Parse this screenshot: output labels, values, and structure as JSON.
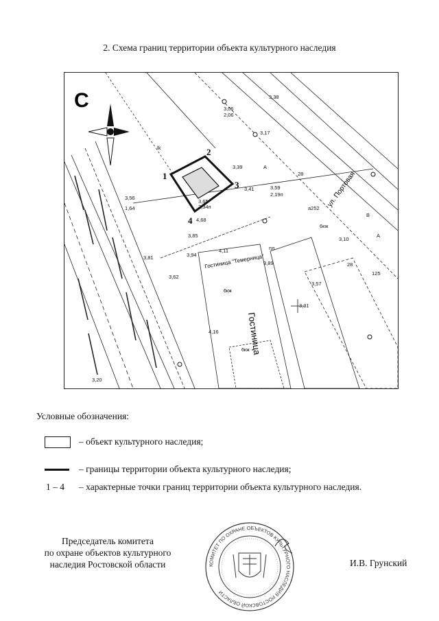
{
  "document": {
    "title": "2. Схема границ территории объекта культурного наследия"
  },
  "map": {
    "north_letter": "С",
    "boundary_points": [
      "1",
      "2",
      "3",
      "4"
    ],
    "street_label": "ул. Портовая",
    "buildings": [
      {
        "name": "Гостиница \"Темерница\"",
        "material": "6кж"
      },
      {
        "name": "Гостиница",
        "material": "6кж"
      }
    ],
    "edge_labels": [
      "3,65",
      "2,34п",
      "3,56",
      "1,64",
      "4,68",
      "3,59",
      "2,19п",
      "3,39",
      "3,17",
      "3,06",
      "3,41",
      "3,85",
      "3,89",
      "3,94",
      "3,81",
      "3,62",
      "4,11",
      "4,16",
      "3,20",
      "2,06",
      "3,38",
      "3,31",
      "3,10",
      "3,57"
    ],
    "misc_labels": [
      "А",
      "А",
      "В",
      "28",
      "28",
      "6кж",
      "пл",
      "а252",
      "125",
      "lk"
    ]
  },
  "legend": {
    "heading": "Условные обозначения:",
    "items": [
      {
        "symbol": "box",
        "text": "– объект культурного наследия;"
      },
      {
        "symbol": "line",
        "text": "– границы территории объекта культурного наследия;"
      },
      {
        "symbol": "text",
        "symbol_text": "1 – 4",
        "text": "– характерные точки границ территории объекта культурного наследия."
      }
    ]
  },
  "signature": {
    "position_lines": [
      "Председатель комитета",
      "по охране объектов культурного",
      "наследия Ростовской области"
    ],
    "name": "И.В. Грунский",
    "seal_text": "КОМИТЕТ ПО ОХРАНЕ ОБЪЕКТОВ КУЛЬТУРНОГО НАСЛЕДИЯ РОСТОВСКОЙ ОБЛАСТИ"
  }
}
